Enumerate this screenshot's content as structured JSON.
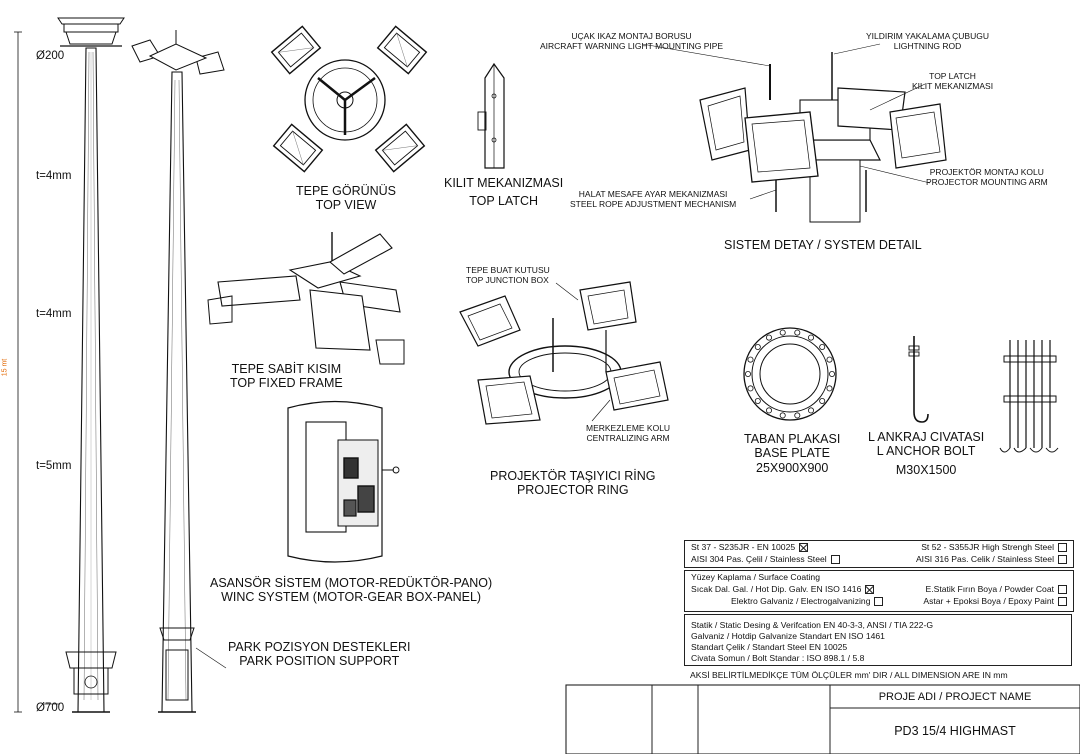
{
  "dims": {
    "top_diameter": "Ø200",
    "bottom_diameter": "Ø700",
    "thickness_1": "t=4mm",
    "thickness_2": "t=4mm",
    "thickness_3": "t=5mm",
    "height": "15 mt"
  },
  "views": {
    "top_view": [
      "TEPE GÖRÜNÜS",
      "TOP VIEW"
    ],
    "top_latch": [
      "KILIT MEKANIZMASI",
      "TOP LATCH"
    ],
    "top_fixed_frame": [
      "TEPE SABİT KISIM",
      "TOP FIXED FRAME"
    ],
    "winch_system": [
      "ASANSÖR SİSTEM (MOTOR-REDÜKTÖR-PANO)",
      "WINC SYSTEM (MOTOR-GEAR BOX-PANEL)"
    ],
    "park_support": [
      "PARK POZISYON DESTEKLERI",
      "PARK POSITION SUPPORT"
    ],
    "system_detail": "SISTEM DETAY / SYSTEM DETAIL",
    "projector_ring": [
      "PROJEKTÖR TAŞIYICI RİNG",
      "PROJECTOR RING"
    ],
    "base_plate": [
      "TABAN PLAKASI",
      "BASE PLATE",
      "25X900X900"
    ],
    "anchor_bolt": [
      "L ANKRAJ CIVATASI",
      "L ANCHOR BOLT",
      "M30X1500"
    ]
  },
  "callouts": {
    "aircraft_pipe": [
      "UÇAK IKAZ MONTAJ BORUSU",
      "AIRCRAFT WARNING LIGHT MOUNTING PIPE"
    ],
    "lightning_rod": [
      "YILDIRIM YAKALAMA ÇUBUGU",
      "LIGHTNING ROD"
    ],
    "top_latch": [
      "TOP LATCH",
      "KILIT MEKANIZMASI"
    ],
    "projector_arm": [
      "PROJEKTÖR MONTAJ KOLU",
      "PROJECTOR MOUNTING ARM"
    ],
    "rope_adjust": [
      "HALAT MESAFE AYAR MEKANIZMASI",
      "STEEL ROPE ADJUSTMENT MECHANISM"
    ],
    "junction_box": [
      "TEPE BUAT KUTUSU",
      "TOP JUNCTION BOX"
    ],
    "centralizing_arm": [
      "MERKEZLEME KOLU",
      "CENTRALIZING ARM"
    ]
  },
  "materials": {
    "row1_left": "St 37 - S235JR - EN 10025",
    "row1_left_checked": true,
    "row1_right": "St 52 - S355JR High Strengh Steel",
    "row1_right_checked": false,
    "row2_left": "AISI 304 Pas. Çelil / Stainless Steel",
    "row2_left_checked": false,
    "row2_right": "AISI 316 Pas. Celik / Stainless Steel",
    "row2_right_checked": false
  },
  "coating": {
    "title": "Yüzey Kaplama / Surface Coating",
    "row1_left": "Sıcak Dal. Gal. / Hot Dip. Galv. EN ISO 1416",
    "row1_left_checked": true,
    "row1_right": "E.Statik Fırın Boya / Powder Coat",
    "row1_right_checked": false,
    "row2_left": "Elektro Galvaniz / Electrogalvanizing",
    "row2_left_checked": false,
    "row2_right": "Astar + Epoksi Boya / Epoxy Paint",
    "row2_right_checked": false
  },
  "standards": [
    "Statik / Static Desing & Verifcation EN 40-3-3, ANSI / TIA 222-G",
    "Galvaniz / Hotdip Galvanize Standart EN ISO 1461",
    "Standart Çelik / Standart  Steel EN 10025",
    "Civata Somun / Bolt Standar : ISO 898.1 / 5.8"
  ],
  "note": "AKSİ BELİRTİLMEDİKÇE TÜM ÖLÇÜLER mm' DIR / ALL DIMENSION ARE IN mm",
  "title_block": {
    "project_label": "PROJE ADI / PROJECT NAME",
    "project_name": "PD3 15/4 HIGHMAST"
  }
}
